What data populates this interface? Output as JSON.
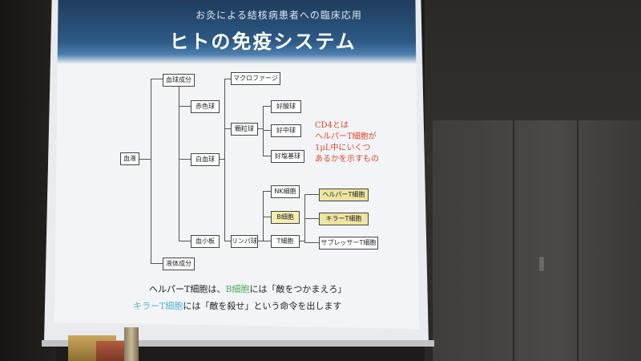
{
  "slide": {
    "subtitle": "お灸による結核病患者への臨床応用",
    "title": "ヒトの免疫システム"
  },
  "diagram": {
    "root": "血液",
    "kyukyu": "血球成分",
    "kesho": "液体成分",
    "sekkekkyu": "赤色球",
    "hakkekkyu": "白血球",
    "kesshoban": "血小板",
    "macro": "マクロファージ",
    "granulocyte": "顆粒球",
    "lymph": "リンパ球",
    "eosino": "好酸球",
    "neutro": "好中球",
    "baso": "好塩基球",
    "nk": "NK細胞",
    "b": "B細胞",
    "t": "T細胞",
    "helper": "ヘルパーT細胞",
    "killer": "キラーT細胞",
    "suppressor": "サプレッサーT細胞"
  },
  "note": {
    "line1": "CD4とは",
    "line2": "ヘルパーT細胞が",
    "line3": "1μL中にいくつ",
    "line4": "あるかを示すもの"
  },
  "caption": {
    "l1_a": "ヘルパーT細胞は、",
    "l1_b": "B細胞",
    "l1_c": "には「敵をつかまえろ」",
    "l2_a": "キラーT細胞",
    "l2_b": "には「敵を殺せ」という命令を出します"
  },
  "colors": {
    "note": "#d84a2a",
    "b_cell_text": "#4faa55",
    "killer_text": "#4fb7c7",
    "header": "#2d5a86"
  }
}
